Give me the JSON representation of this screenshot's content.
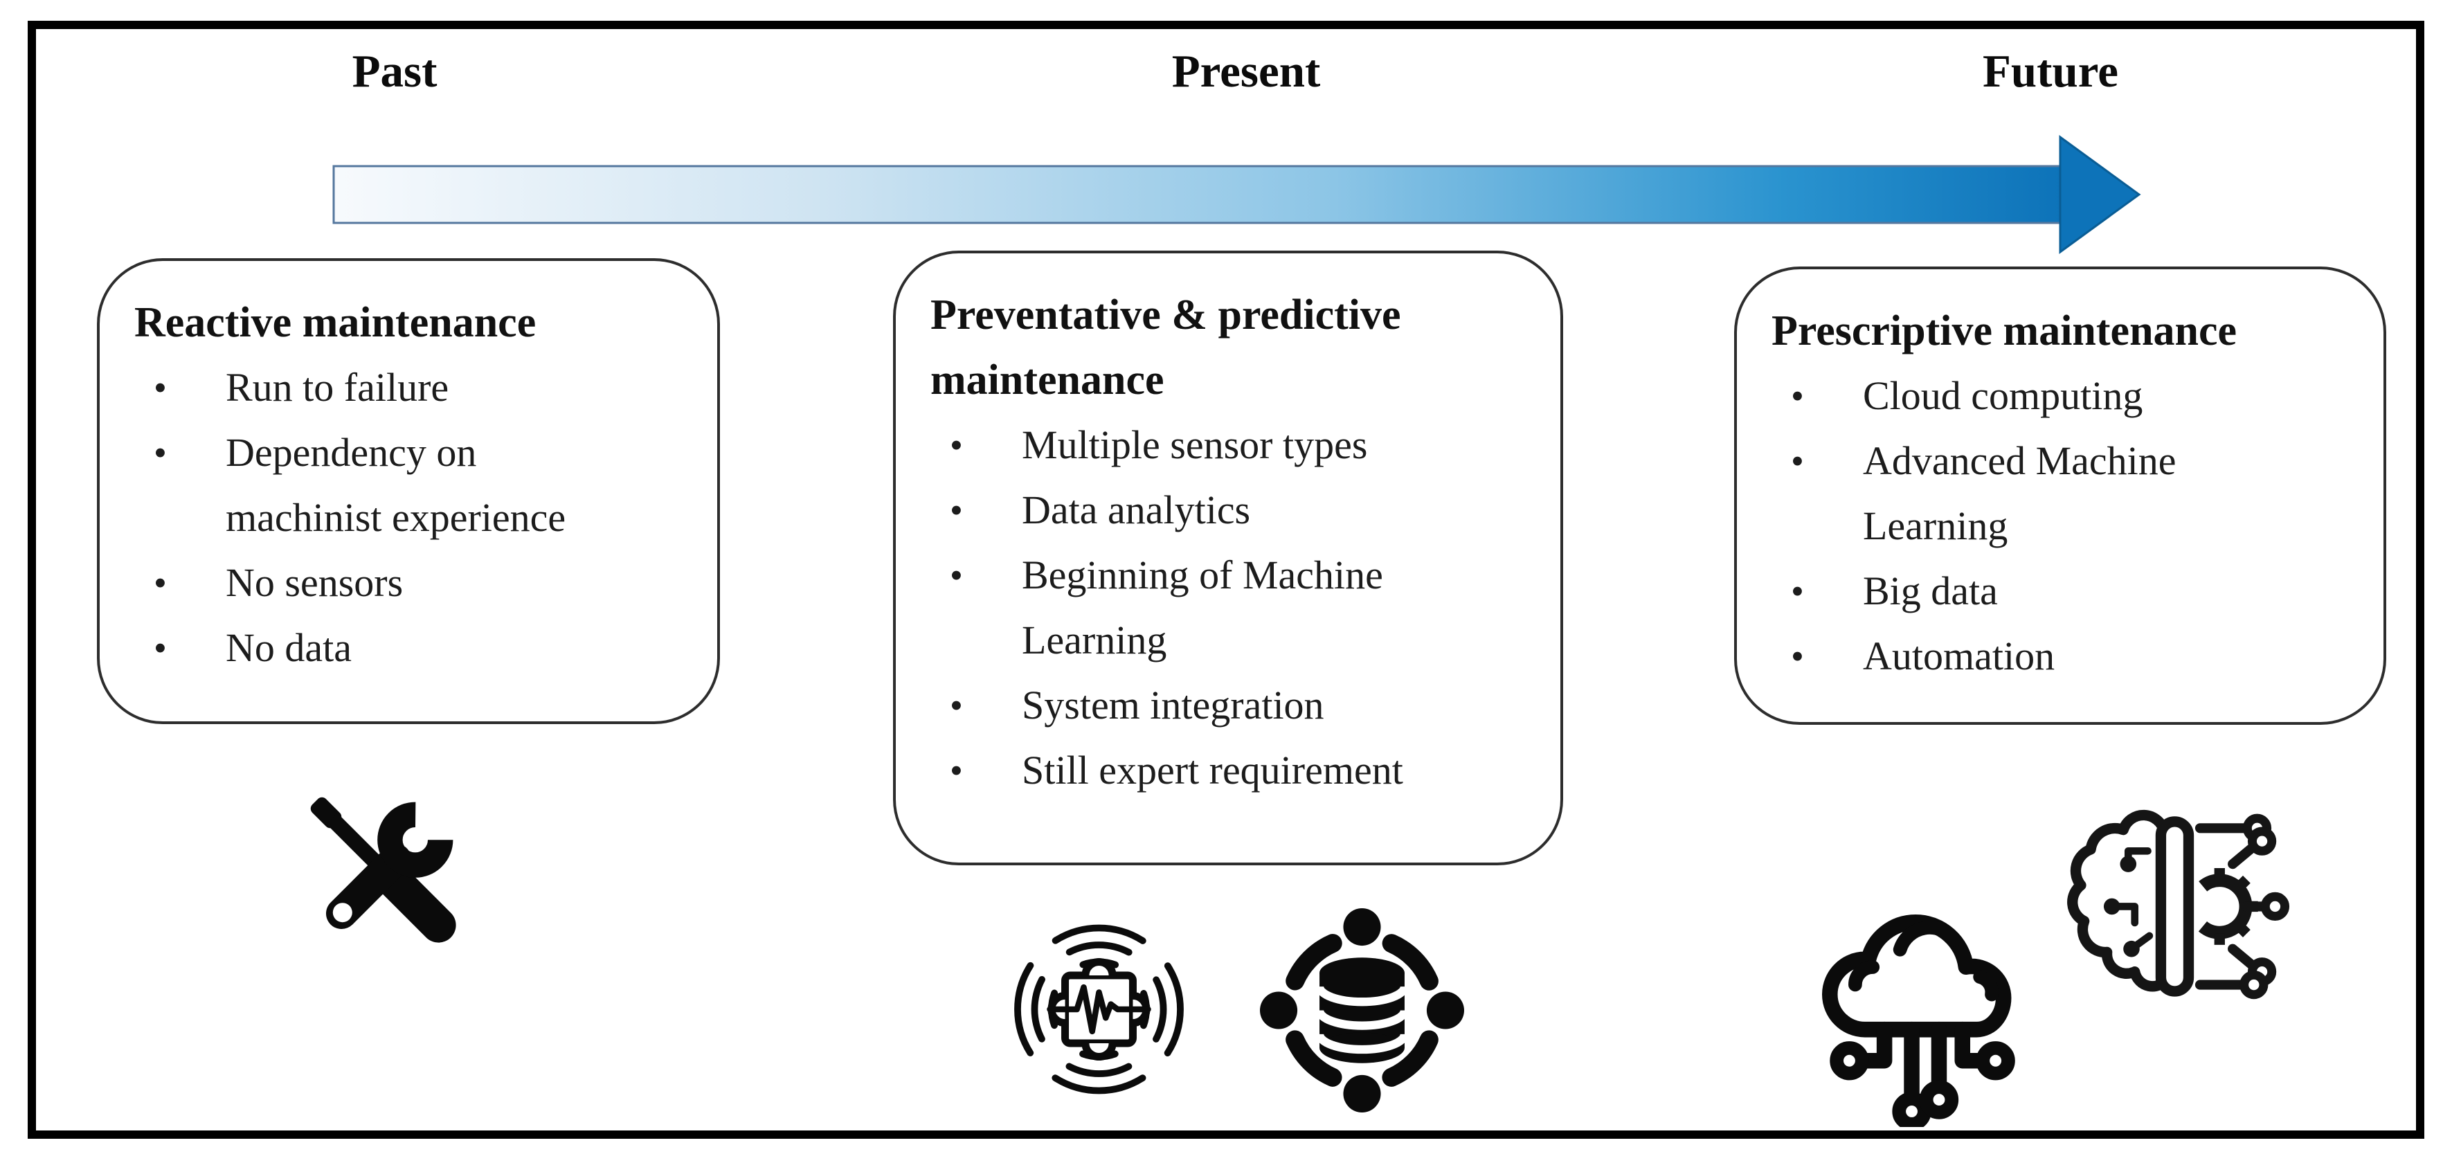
{
  "figure": {
    "background": "#ffffff",
    "frame_border_color": "#000000",
    "box_border_color": "#2d2d2d",
    "text_color": "#161616"
  },
  "timeline": {
    "labels": [
      {
        "id": "past",
        "text": "Past"
      },
      {
        "id": "present",
        "text": "Present"
      },
      {
        "id": "future",
        "text": "Future"
      }
    ],
    "arrow": {
      "direction": "left-to-right",
      "gradient_start": "#f7fafd",
      "gradient_early": "#cfe4f2",
      "gradient_mid": "#8cc5e6",
      "gradient_late": "#2a93cf",
      "gradient_end": "#0d73b9",
      "outline": "#54779e",
      "head_outline": "#0a5d95"
    }
  },
  "stages": [
    {
      "id": "past",
      "title": "Reactive maintenance",
      "bullets": [
        "Run to failure",
        "Dependency on machinist experience",
        "No sensors",
        "No data"
      ],
      "icons": [
        "tools-icon"
      ]
    },
    {
      "id": "present",
      "title": "Preventative & predictive maintenance",
      "bullets": [
        "Multiple sensor types",
        "Data analytics",
        "Beginning of Machine Learning",
        "System integration",
        "Still expert requirement"
      ],
      "icons": [
        "vibration-sensor-icon",
        "database-network-icon"
      ]
    },
    {
      "id": "future",
      "title": "Prescriptive maintenance",
      "bullets": [
        "Cloud computing",
        "Advanced Machine Learning",
        "Big data",
        "Automation"
      ],
      "icons": [
        "cloud-computing-icon",
        "ai-brain-icon"
      ]
    }
  ]
}
